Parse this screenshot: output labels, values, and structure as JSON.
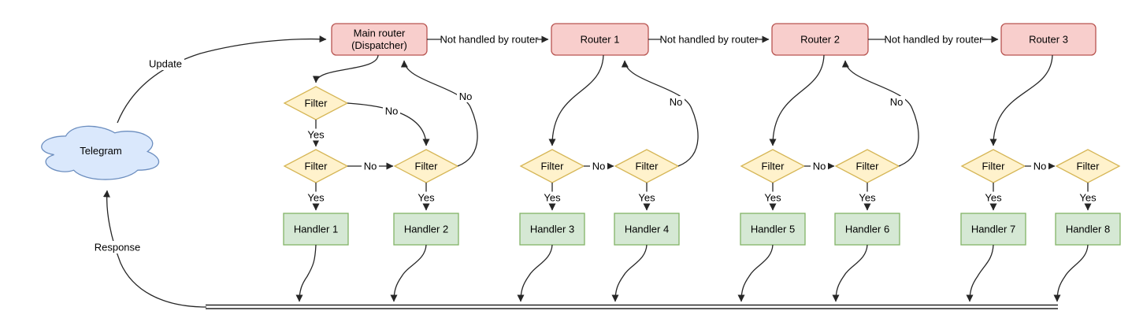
{
  "colors": {
    "router_fill": "#f8cecc",
    "router_stroke": "#b85450",
    "filter_fill": "#fff2cc",
    "filter_stroke": "#d6b656",
    "handler_fill": "#d5e8d4",
    "handler_stroke": "#82b366",
    "cloud_fill": "#dae8fc",
    "cloud_stroke": "#6c8ebf",
    "edge": "#262626"
  },
  "nodes": {
    "cloud": "Telegram",
    "main_router": [
      "Main router",
      "(Dispatcher)"
    ],
    "routers": [
      "Router 1",
      "Router 2",
      "Router 3"
    ],
    "filter": "Filter",
    "handlers": [
      "Handler 1",
      "Handler 2",
      "Handler 3",
      "Handler 4",
      "Handler 5",
      "Handler 6",
      "Handler 7",
      "Handler 8"
    ]
  },
  "edge_labels": {
    "update": "Update",
    "response": "Response",
    "not_handled": "Not handled by router",
    "yes": "Yes",
    "no": "No"
  }
}
